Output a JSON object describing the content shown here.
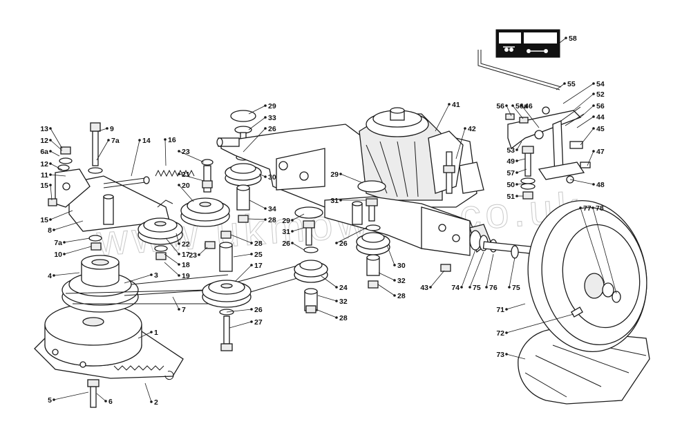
{
  "watermark": "www.ukmowers.co.uk",
  "callouts": [
    "1",
    "2",
    "3",
    "4",
    "5",
    "6",
    "7",
    "7a",
    "8",
    "9",
    "10",
    "11",
    "12",
    "13",
    "14",
    "15",
    "16",
    "17",
    "18",
    "19",
    "20",
    "21",
    "22",
    "23",
    "24",
    "25",
    "26",
    "27",
    "28",
    "29",
    "30",
    "31",
    "32",
    "33",
    "34",
    "41",
    "42",
    "43",
    "44",
    "45",
    "46",
    "47",
    "48",
    "49",
    "50",
    "51",
    "52",
    "53",
    "54",
    "55",
    "56",
    "56a",
    "57",
    "58",
    "6a",
    "71",
    "72",
    "73",
    "74",
    "75",
    "76",
    "77",
    "78"
  ]
}
